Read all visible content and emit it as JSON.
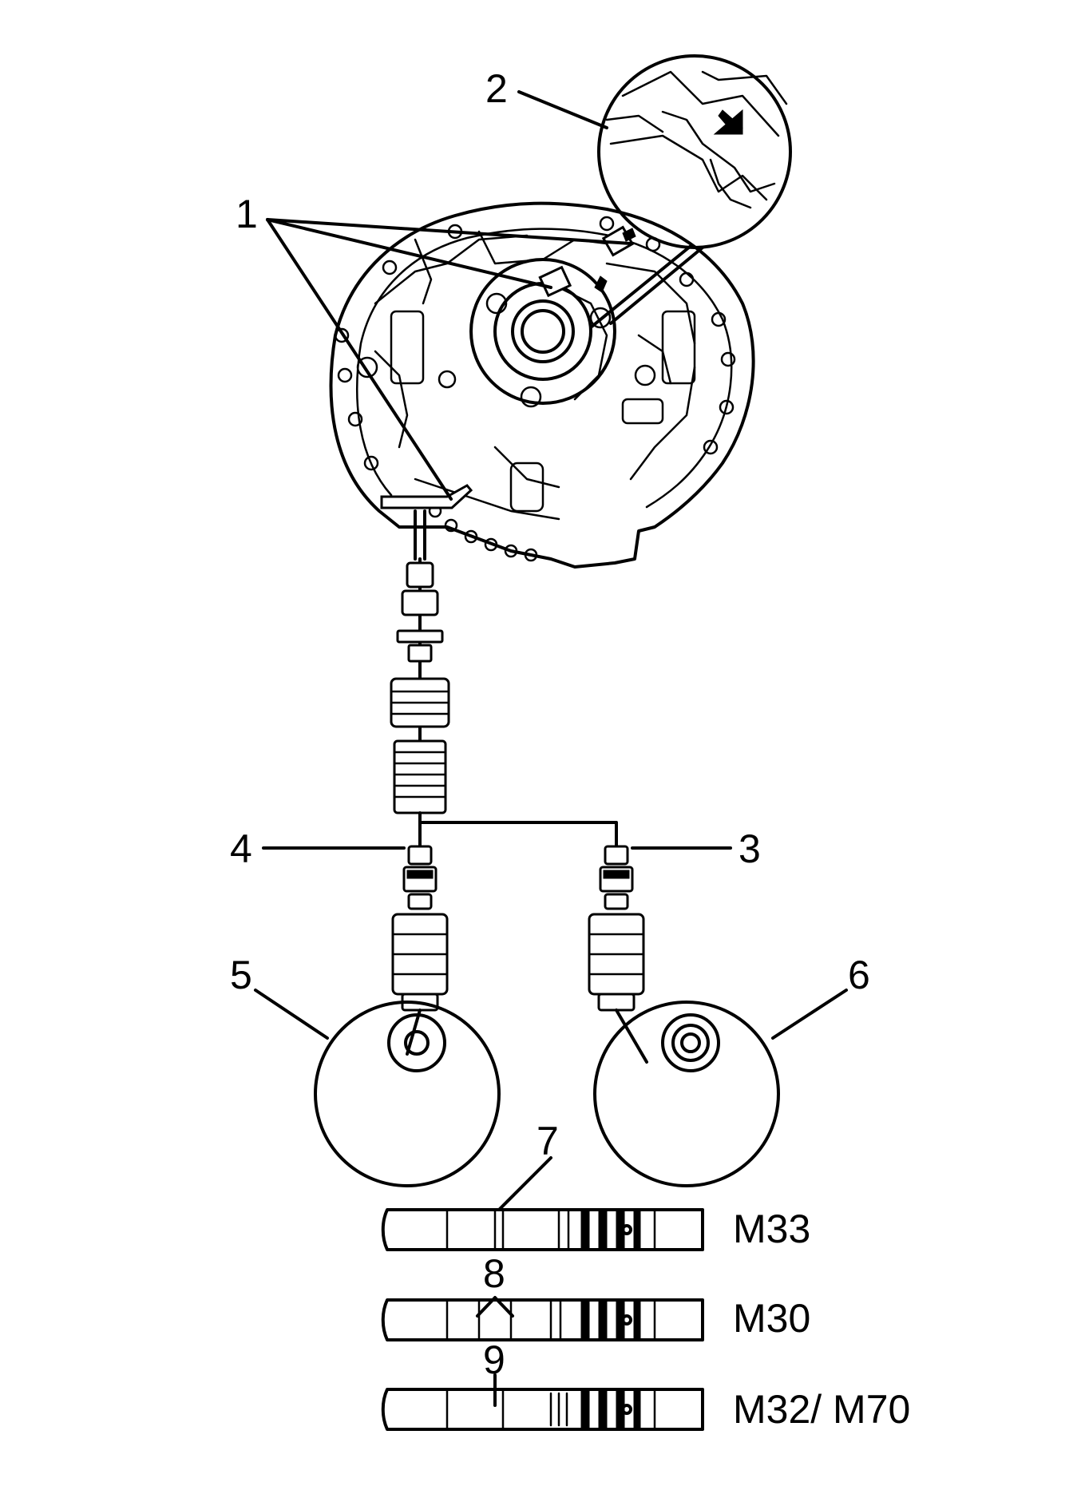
{
  "callouts": {
    "c1": "1",
    "c2": "2",
    "c3": "3",
    "c4": "4",
    "c5": "5",
    "c6": "6",
    "c7": "7",
    "c8": "8",
    "c9": "9"
  },
  "shafts": [
    {
      "label": "M33"
    },
    {
      "label": "M30"
    },
    {
      "label": "M32/ M70"
    }
  ],
  "icons": {
    "detail_arrow": "arrow-down-right-icon"
  },
  "colors": {
    "line": "#000000",
    "background": "#ffffff"
  }
}
